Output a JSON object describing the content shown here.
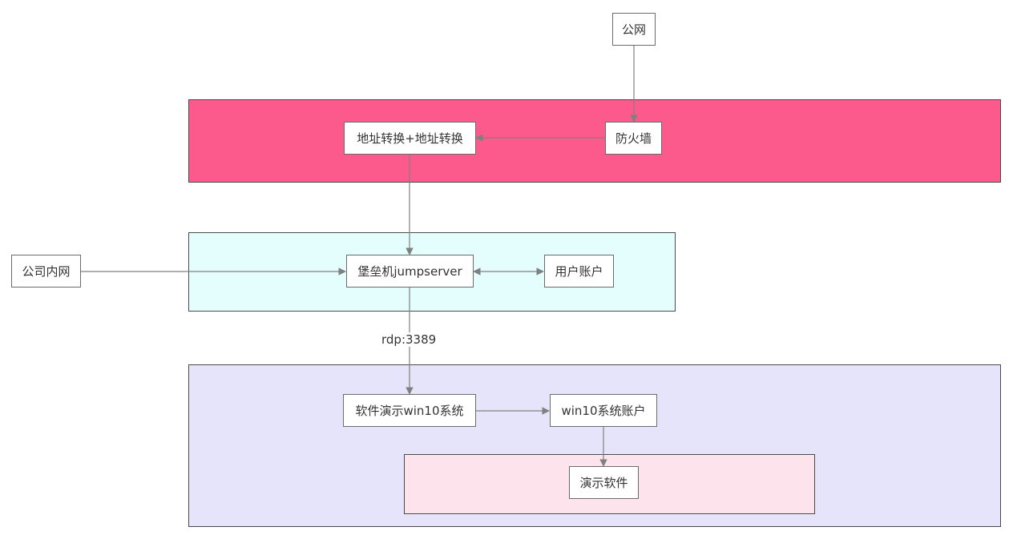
{
  "colors": {
    "dmz_zone": "#fc5a8d",
    "jump_zone": "#e4fdfd",
    "demo_zone": "#e5e4fb",
    "software_zone": "#fde4ec",
    "edge": "#808080"
  },
  "nodes": {
    "public_net": "公网",
    "firewall": "防火墙",
    "nat": "地址转换+地址转换",
    "company_lan": "公司内网",
    "jumpserver": "堡垒机jumpserver",
    "user_account": "用户账户",
    "win10_system": "软件演示win10系统",
    "win10_account": "win10系统账户",
    "demo_software": "演示软件"
  },
  "edges": {
    "rdp_label": "rdp:3389"
  }
}
